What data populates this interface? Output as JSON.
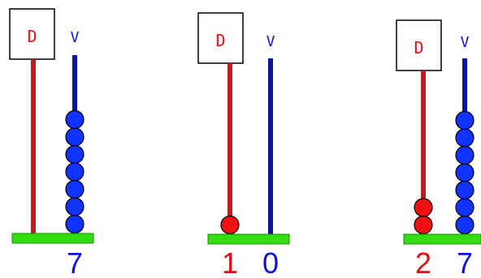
{
  "colors": {
    "tens": "#dd1111",
    "units": "#1111dd",
    "tens_rod": "#b22222",
    "units_rod": "#0a1aa0",
    "base": "#33dd11",
    "bead_red": "#ee1111",
    "bead_blue": "#1133ff"
  },
  "abaci": [
    {
      "tens_label": "D",
      "units_label": "V",
      "tens_beads": 0,
      "units_beads": 7,
      "tens_digit": "",
      "units_digit": "7"
    },
    {
      "tens_label": "D",
      "units_label": "V",
      "tens_beads": 1,
      "units_beads": 0,
      "tens_digit": "1",
      "units_digit": "0"
    },
    {
      "tens_label": "D",
      "units_label": "V",
      "tens_beads": 2,
      "units_beads": 7,
      "tens_digit": "2",
      "units_digit": "7"
    }
  ]
}
